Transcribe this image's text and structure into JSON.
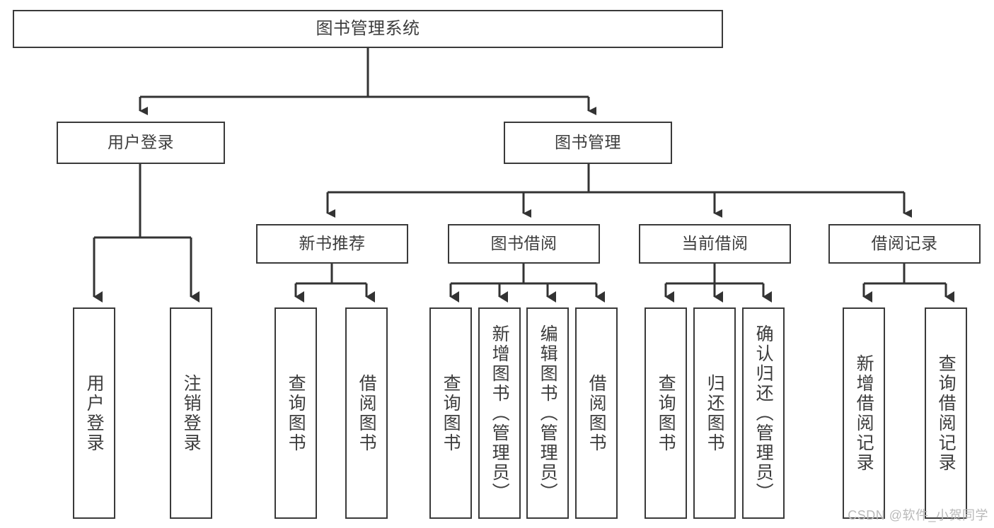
{
  "diagram": {
    "title": "图书管理系统",
    "type": "tree-hierarchy-diagram",
    "colors": {
      "box_border": "#3a3a3a",
      "box_fill": "#ffffff",
      "connector": "#333333",
      "text": "#3d3d3d",
      "watermark": "#b9b9b9",
      "background": "#ffffff"
    },
    "root": {
      "label": "图书管理系统"
    },
    "level2": [
      {
        "label": "用户登录"
      },
      {
        "label": "图书管理"
      }
    ],
    "level3": [
      {
        "label": "新书推荐"
      },
      {
        "label": "图书借阅"
      },
      {
        "label": "当前借阅"
      },
      {
        "label": "借阅记录"
      }
    ],
    "leaves": {
      "user_login": [
        {
          "label": "用户登录"
        },
        {
          "label": "注销登录"
        }
      ],
      "new_book_recommend": [
        {
          "label": "查询图书"
        },
        {
          "label": "借阅图书"
        }
      ],
      "book_borrow": [
        {
          "label": "查询图书"
        },
        {
          "label": "新增图书（管理员）"
        },
        {
          "label": "编辑图书（管理员）"
        },
        {
          "label": "借阅图书"
        }
      ],
      "current_borrow": [
        {
          "label": "查询图书"
        },
        {
          "label": "归还图书"
        },
        {
          "label": "确认归还（管理员）"
        }
      ],
      "borrow_record": [
        {
          "label": "新增借阅记录"
        },
        {
          "label": "查询借阅记录"
        }
      ]
    },
    "watermark": "CSDN @软件_小贺同学"
  }
}
